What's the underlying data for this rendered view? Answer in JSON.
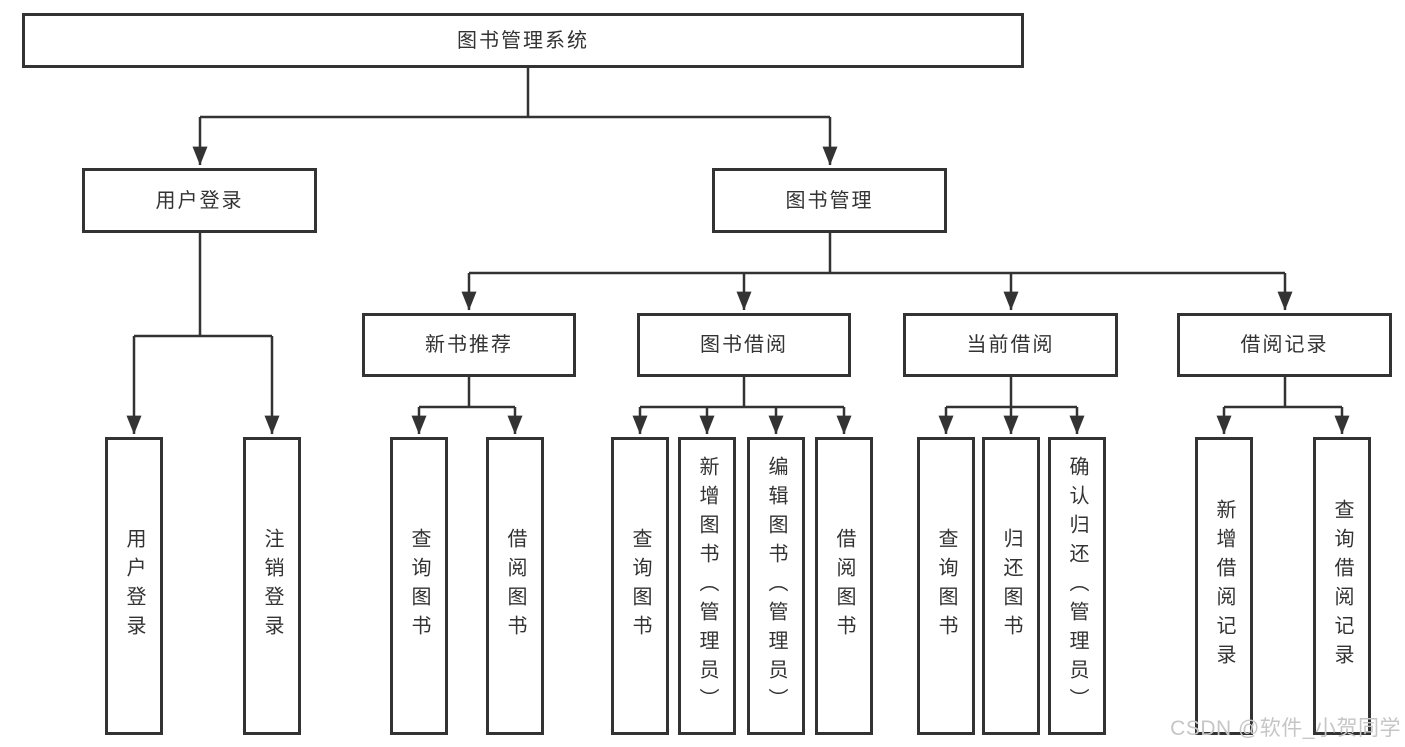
{
  "diagram": {
    "root": "图书管理系统",
    "level2": [
      "用户登录",
      "图书管理"
    ],
    "level3": [
      "新书推荐",
      "图书借阅",
      "当前借阅",
      "借阅记录"
    ],
    "leaves": [
      "用户登录",
      "注销登录",
      "查询图书",
      "借阅图书",
      "查询图书",
      "新增图书（管理员）",
      "编辑图书（管理员）",
      "借阅图书",
      "查询图书",
      "归还图书",
      "确认归还（管理员）",
      "新增借阅记录",
      "查询借阅记录"
    ]
  },
  "watermark": "CSDN @软件_小贺同学",
  "colors": {
    "border": "#333333",
    "line": "#333333",
    "text": "#333333",
    "watermark": "#c6c6c6",
    "background": "#ffffff"
  }
}
